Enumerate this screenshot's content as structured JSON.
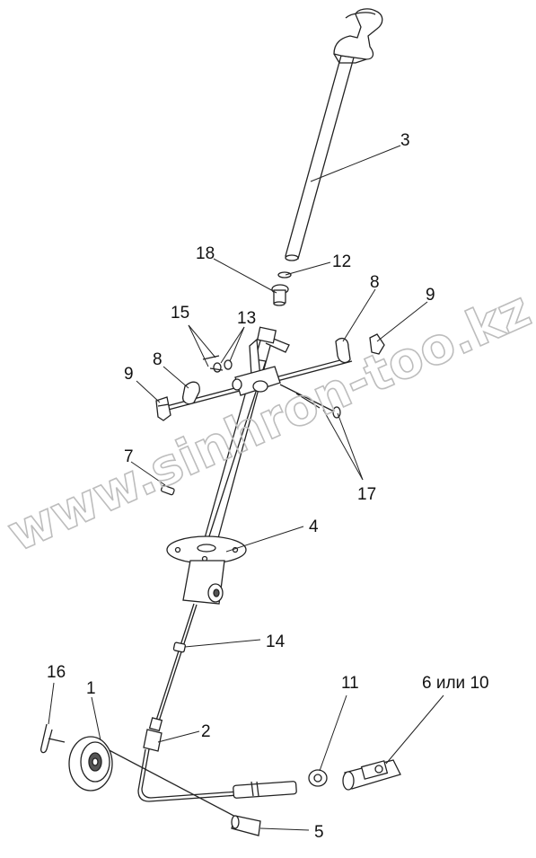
{
  "watermark": "www.sinhron-too.kz",
  "labels": {
    "p1": "1",
    "p2": "2",
    "p3": "3",
    "p4": "4",
    "p5": "5",
    "p6_10": "6 или 10",
    "p7": "7",
    "p8a": "8",
    "p8b": "8",
    "p9a": "9",
    "p9b": "9",
    "p11": "11",
    "p12": "12",
    "p13": "13",
    "p14": "14",
    "p15": "15",
    "p16": "16",
    "p17": "17",
    "p18": "18"
  }
}
